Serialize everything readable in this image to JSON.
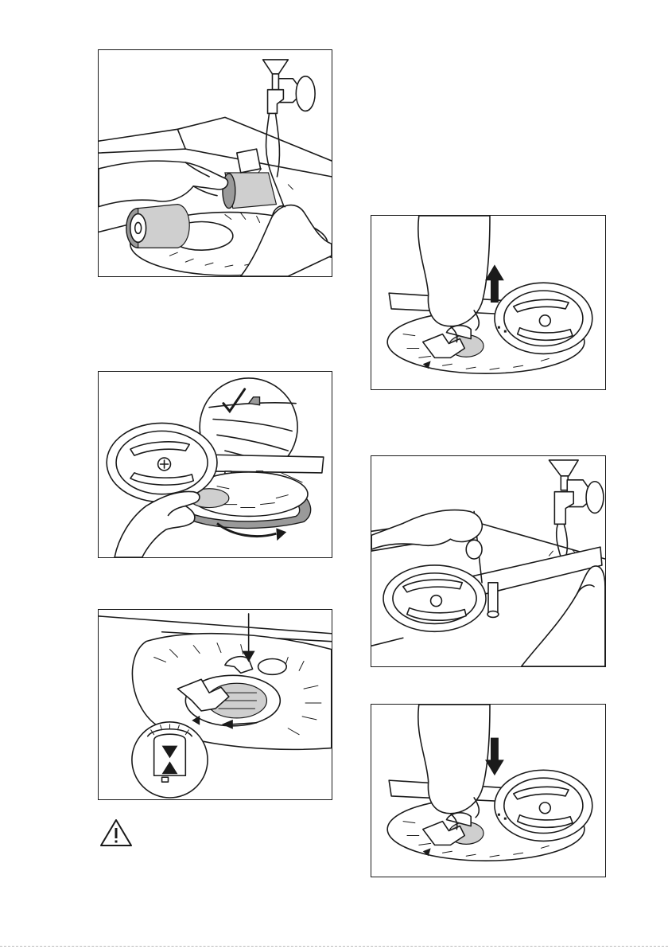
{
  "figures": [
    {
      "name": "rinse-filter-under-tap"
    },
    {
      "name": "refit-flat-filter"
    },
    {
      "name": "insert-and-lock-filter"
    },
    {
      "name": "lift-spray-arm"
    },
    {
      "name": "clean-spray-arm-holes"
    },
    {
      "name": "reinstall-spray-arm"
    }
  ],
  "icons": {
    "warning": "warning-triangle-icon"
  },
  "colors": {
    "line": "#1a1a1a",
    "fill_grey": "#9a9a9a"
  }
}
